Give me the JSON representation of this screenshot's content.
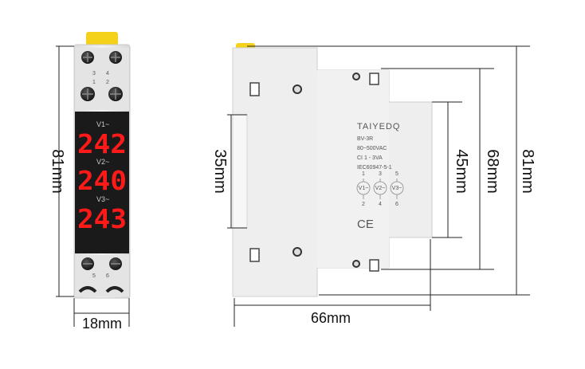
{
  "front_view": {
    "phase_labels": [
      "V1~",
      "V2~",
      "V3~"
    ],
    "readings": [
      "242",
      "240",
      "243"
    ],
    "terminal_numbers_top": [
      "3",
      "4",
      "1",
      "2"
    ],
    "terminal_numbers_bottom": [
      "5",
      "6"
    ],
    "display_color": "#ff1a1a"
  },
  "side_view": {
    "brand": "TAIYEDQ",
    "model": "BV-3R",
    "voltage": "80~500VAC",
    "power": "CI 1 - 3VA",
    "standard": "IEC60947-5-1",
    "terminals_top": [
      "1",
      "3",
      "5"
    ],
    "meter_labels": [
      "V1~",
      "V2~",
      "V3~"
    ],
    "terminals_bottom": [
      "2",
      "4",
      "6"
    ],
    "ce_mark": "CE"
  },
  "dimensions": {
    "height_front": "81mm",
    "width_front": "18mm",
    "rail": "35mm",
    "depth": "66mm",
    "face_height": "45mm",
    "body_height": "68mm",
    "height_side": "81mm"
  },
  "colors": {
    "clip_yellow": "#f5d21a",
    "housing": "#ececec",
    "display_bg": "#1a1a1a"
  }
}
